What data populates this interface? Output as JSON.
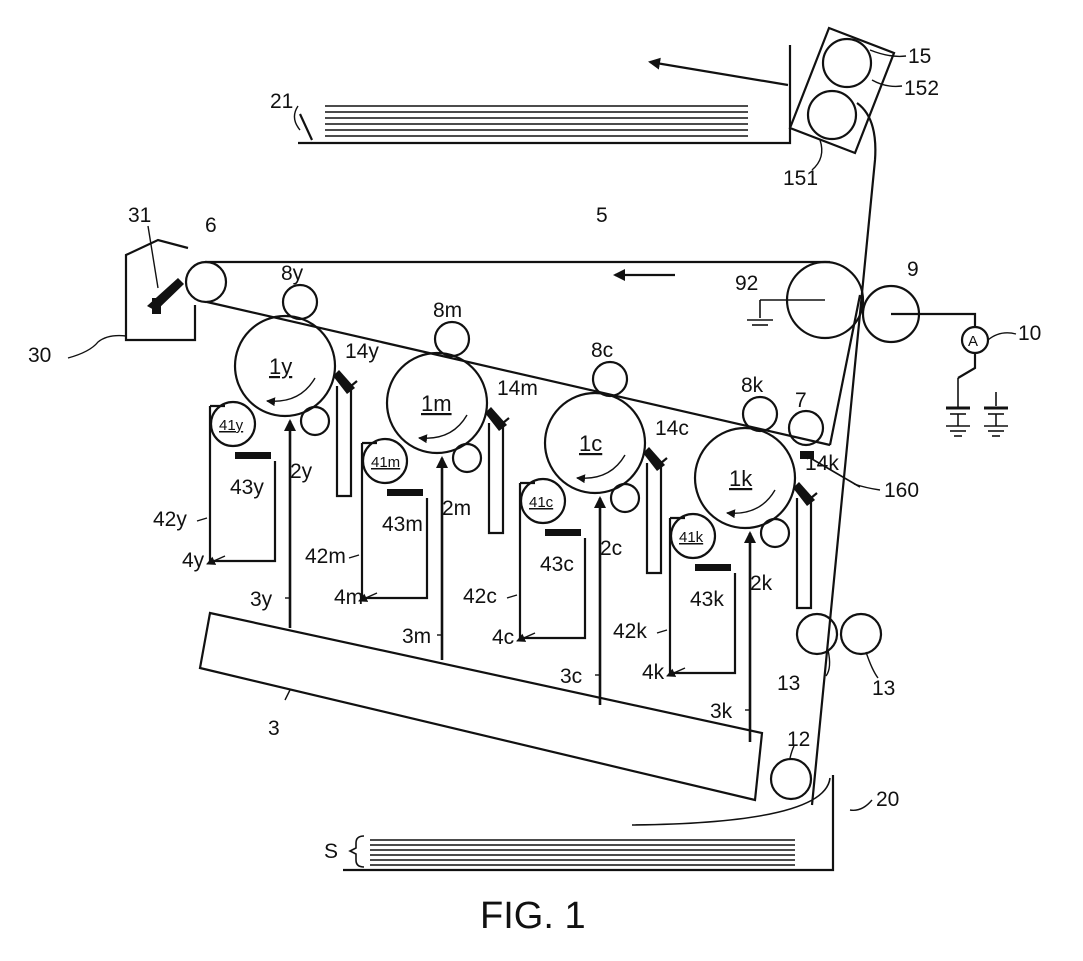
{
  "figure": {
    "caption": "FIG. 1",
    "colors": {
      "ink": "#111111",
      "background": "#ffffff"
    },
    "labels": {
      "intermediate_belt": "5",
      "belt_roller_left": "6",
      "belt_tension_roller": "7",
      "secondary_transfer_roller": "9",
      "secondary_backup_roller": "92",
      "current_meter_label": "10",
      "current_meter_symbol": "A",
      "pickup_roller": "12",
      "registration_rollers_a": "13",
      "registration_rollers_b": "13",
      "fixing_unit": "15",
      "fixing_roller_upper": "152",
      "fixing_roller_lower": "151",
      "sensor": "160",
      "output_tray": "21",
      "input_tray": "20",
      "sheet_stack": "S",
      "exposure_unit": "3",
      "belt_cleaner": "30",
      "belt_cleaner_blade": "31"
    },
    "stations": [
      {
        "drum": "1y",
        "charger": "2y",
        "beam": "3y",
        "developer": "4y",
        "dev_roller": "41y",
        "dev_housing": "42y",
        "dev_blade": "43y",
        "primary_roller": "8y",
        "cleaner": "14y"
      },
      {
        "drum": "1m",
        "charger": "2m",
        "beam": "3m",
        "developer": "4m",
        "dev_roller": "41m",
        "dev_housing": "42m",
        "dev_blade": "43m",
        "primary_roller": "8m",
        "cleaner": "14m"
      },
      {
        "drum": "1c",
        "charger": "2c",
        "beam": "3c",
        "developer": "4c",
        "dev_roller": "41c",
        "dev_housing": "42c",
        "dev_blade": "43c",
        "primary_roller": "8c",
        "cleaner": "14c"
      },
      {
        "drum": "1k",
        "charger": "2k",
        "beam": "3k",
        "developer": "4k",
        "dev_roller": "41k",
        "dev_housing": "42k",
        "dev_blade": "43k",
        "primary_roller": "8k",
        "cleaner": "14k"
      }
    ]
  }
}
